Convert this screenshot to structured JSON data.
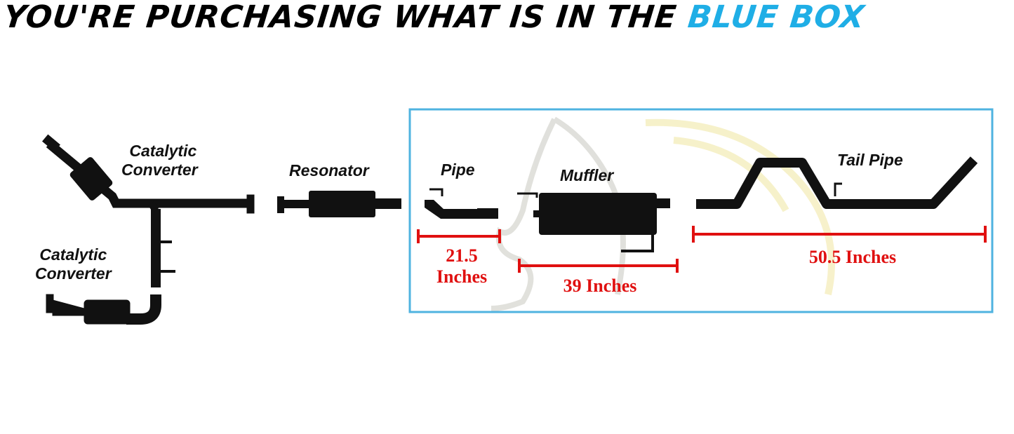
{
  "headline": {
    "text": "YOU'RE PURCHASING WHAT IS IN THE",
    "accent": "BLUE BOX",
    "accent_color": "#1faee6"
  },
  "labels": {
    "cat_upper_line1": "Catalytic",
    "cat_upper_line2": "Converter",
    "cat_lower_line1": "Catalytic",
    "cat_lower_line2": "Converter",
    "resonator": "Resonator",
    "pipe": "Pipe",
    "muffler": "Muffler",
    "tail_pipe": "Tail Pipe"
  },
  "measurements": {
    "pipe_value": "21.5",
    "pipe_unit": "Inches",
    "muffler": "39 Inches",
    "tail_pipe": "50.5 Inches"
  },
  "colors": {
    "box_border": "#4fb3e0",
    "measure": "#e01010",
    "part": "#111111"
  }
}
